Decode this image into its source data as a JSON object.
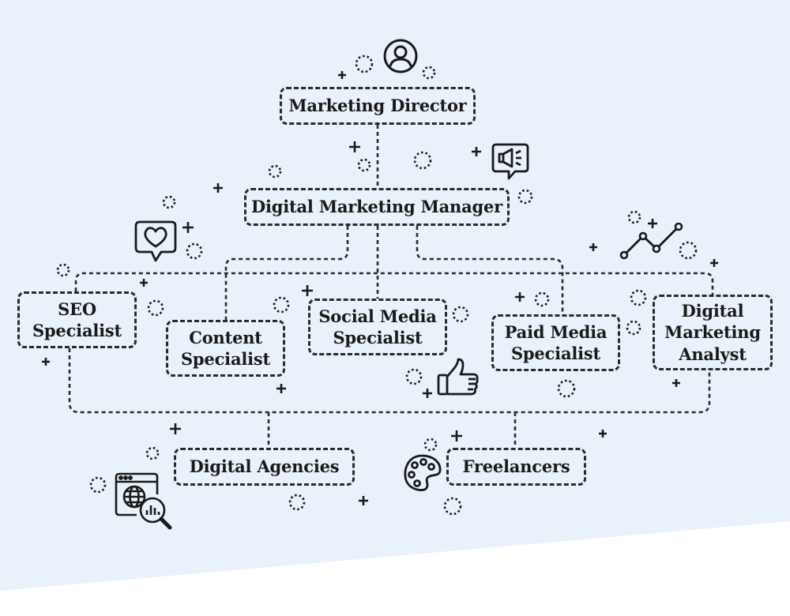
{
  "nodes": {
    "marketing_director": "Marketing Director",
    "digital_marketing_manager": "Digital Marketing Manager",
    "seo_specialist": "SEO\nSpecialist",
    "content_specialist": "Content\nSpecialist",
    "social_media_specialist": "Social Media\nSpecialist",
    "paid_media_specialist": "Paid Media\nSpecialist",
    "digital_marketing_analyst": "Digital\nMarketing\nAnalyst",
    "digital_agencies": "Digital Agencies",
    "freelancers": "Freelancers"
  },
  "icons": [
    "user-icon",
    "megaphone-icon",
    "heart-chat-icon",
    "line-chart-icon",
    "thumbs-up-icon",
    "web-analytics-icon",
    "palette-icon"
  ],
  "colors": {
    "background": "#e9f1fa",
    "stroke": "#2b2b2b"
  }
}
